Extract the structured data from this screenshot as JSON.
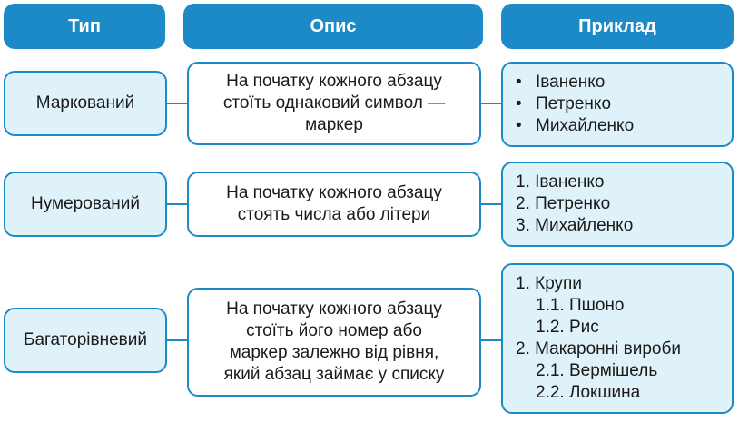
{
  "colors": {
    "header_bg": "#1c8ac6",
    "border": "#1c8ac6",
    "light_fill": "#dff1f9",
    "header_text": "#ffffff"
  },
  "headers": {
    "type": "Тип",
    "description": "Опис",
    "example": "Приклад"
  },
  "rows": [
    {
      "type": "Маркований",
      "description_lines": [
        "На початку кожного абзацу",
        "стоїть однаковий символ —",
        "маркер"
      ],
      "example": {
        "bullet": "•",
        "items": [
          "Іваненко",
          "Петренко",
          "Михайленко"
        ]
      }
    },
    {
      "type": "Нумерований",
      "description_lines": [
        "На початку кожного абзацу",
        "стоять числа або літери"
      ],
      "example": {
        "items": [
          "1. Іваненко",
          "2. Петренко",
          "3. Михайленко"
        ]
      }
    },
    {
      "type": "Багаторівневий",
      "description_lines": [
        "На початку кожного абзацу",
        "стоїть його номер або",
        "маркер залежно від рівня,",
        "який абзац займає у списку"
      ],
      "example": {
        "items": [
          "1. Крупи",
          "1.1. Пшоно",
          "1.2. Рис",
          "2. Макаронні вироби",
          "2.1. Вермішель",
          "2.2. Локшина"
        ]
      }
    }
  ]
}
